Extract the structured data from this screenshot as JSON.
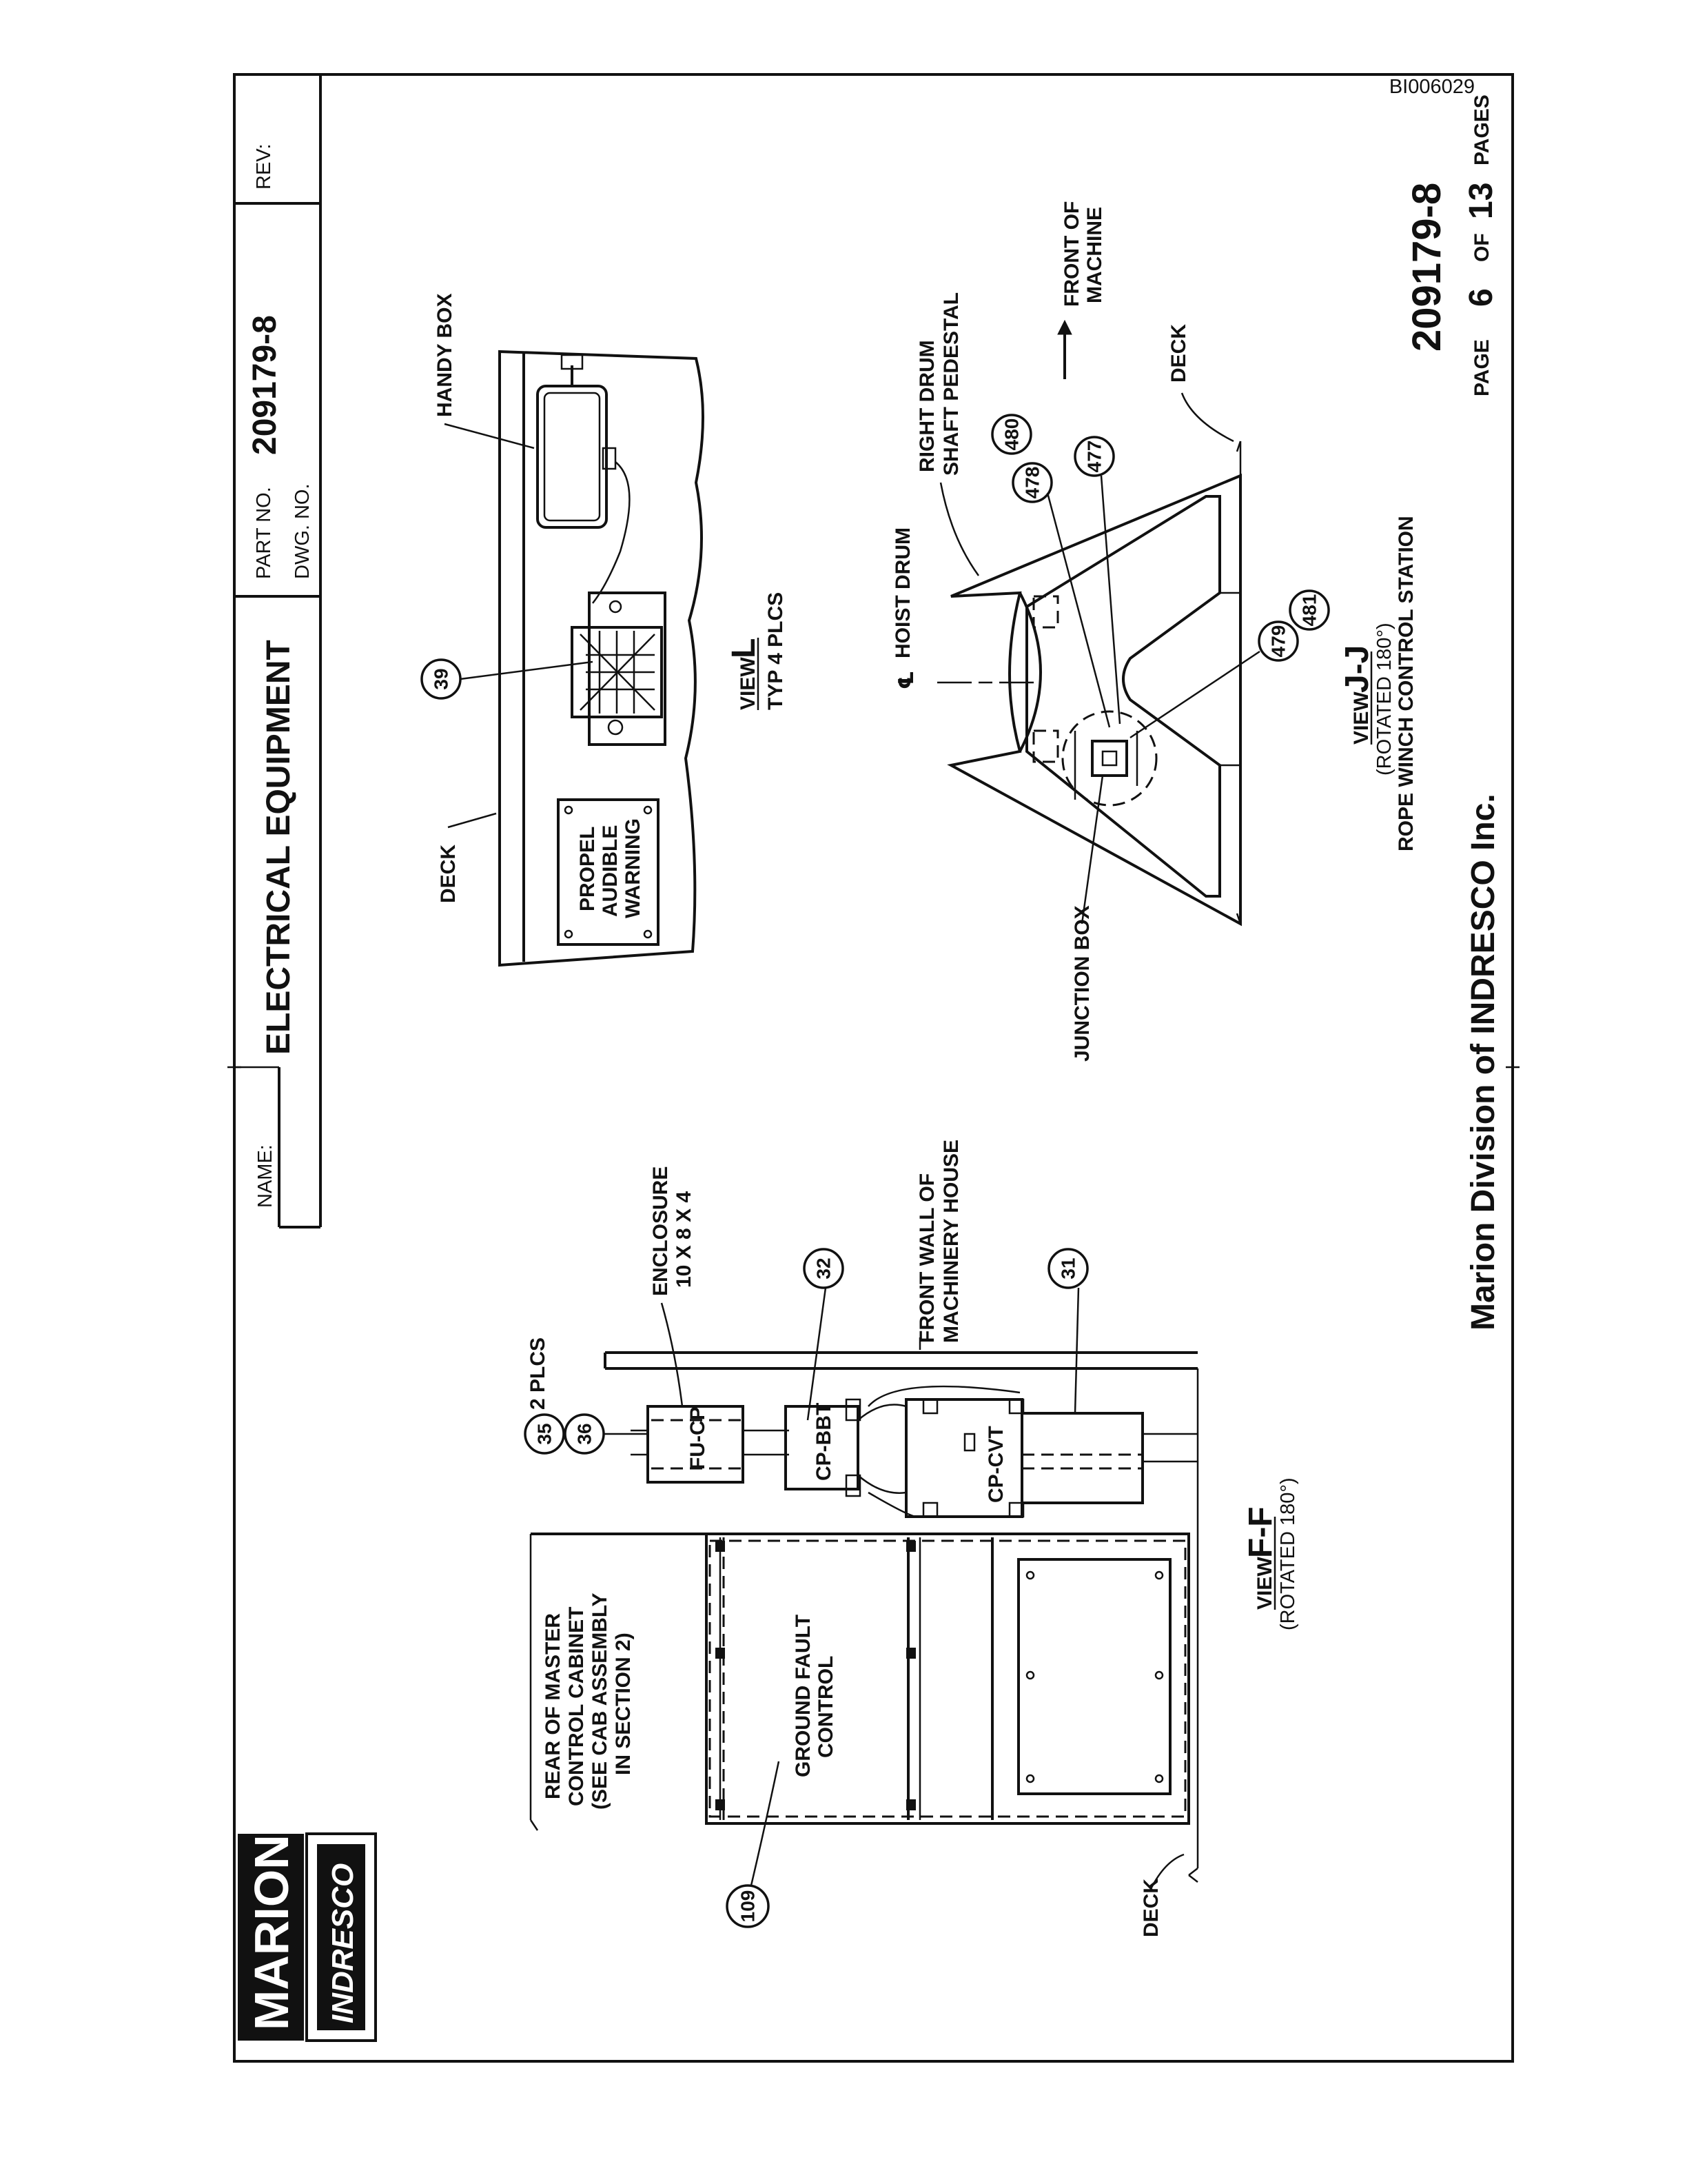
{
  "doc_id": "BI006029",
  "title_block": {
    "name_label": "NAME:",
    "name_value": "ELECTRICAL EQUIPMENT",
    "part_no_label": "PART NO.",
    "part_no_value": "209179-8",
    "dwg_no_label": "DWG. NO.",
    "rev_label": "REV:"
  },
  "logo": {
    "line1": "MARION",
    "line2": "INDRESCO"
  },
  "footer": {
    "drawing_number": "209179-8",
    "page_label": "PAGE",
    "page_num": "6",
    "of_label": "OF",
    "page_total": "13",
    "pages_label": "PAGES",
    "company": "Marion Division of INDRESCO Inc."
  },
  "view_l": {
    "view_label": "VIEW",
    "view_letter": "L",
    "subtitle": "TYP 4 PLCS",
    "deck_label": "DECK",
    "handy_box_label": "HANDY BOX",
    "warning_plate": [
      "PROPEL",
      "AUDIBLE",
      "WARNING"
    ],
    "balloon": "39"
  },
  "view_jj": {
    "view_label": "VIEW",
    "view_letter": "J-J",
    "rotated": "(ROTATED 180°)",
    "subtitle": "ROPE WINCH CONTROL STATION",
    "hoist_drum": "HOIST DRUM",
    "centerline": "℄",
    "pedestal": [
      "RIGHT DRUM",
      "SHAFT PEDESTAL"
    ],
    "front_of_machine": [
      "FRONT OF",
      "MACHINE"
    ],
    "deck_label": "DECK",
    "junction_box": "JUNCTION BOX",
    "balloons": [
      "480",
      "478",
      "477",
      "479",
      "481"
    ]
  },
  "view_ff": {
    "view_label": "VIEW",
    "view_letter": "F-F",
    "rotated": "(ROTATED 180°)",
    "enclosure": [
      "ENCLOSURE",
      "10 X 8 X 4"
    ],
    "front_wall": [
      "FRONT WALL OF",
      "MACHINERY HOUSE"
    ],
    "plcs": "2 PLCS",
    "rear_cabinet": [
      "REAR OF MASTER",
      "CONTROL CABINET",
      "(SEE CAB ASSEMBLY",
      "IN SECTION 2)"
    ],
    "ground_fault": [
      "GROUND FAULT",
      "CONTROL"
    ],
    "deck_label": "DECK",
    "fu_cp": "FU-CP",
    "cp_bbt": "CP-BBT",
    "cp_cvt": "CP-CVT",
    "balloons": [
      "35",
      "36",
      "32",
      "31",
      "109"
    ]
  }
}
